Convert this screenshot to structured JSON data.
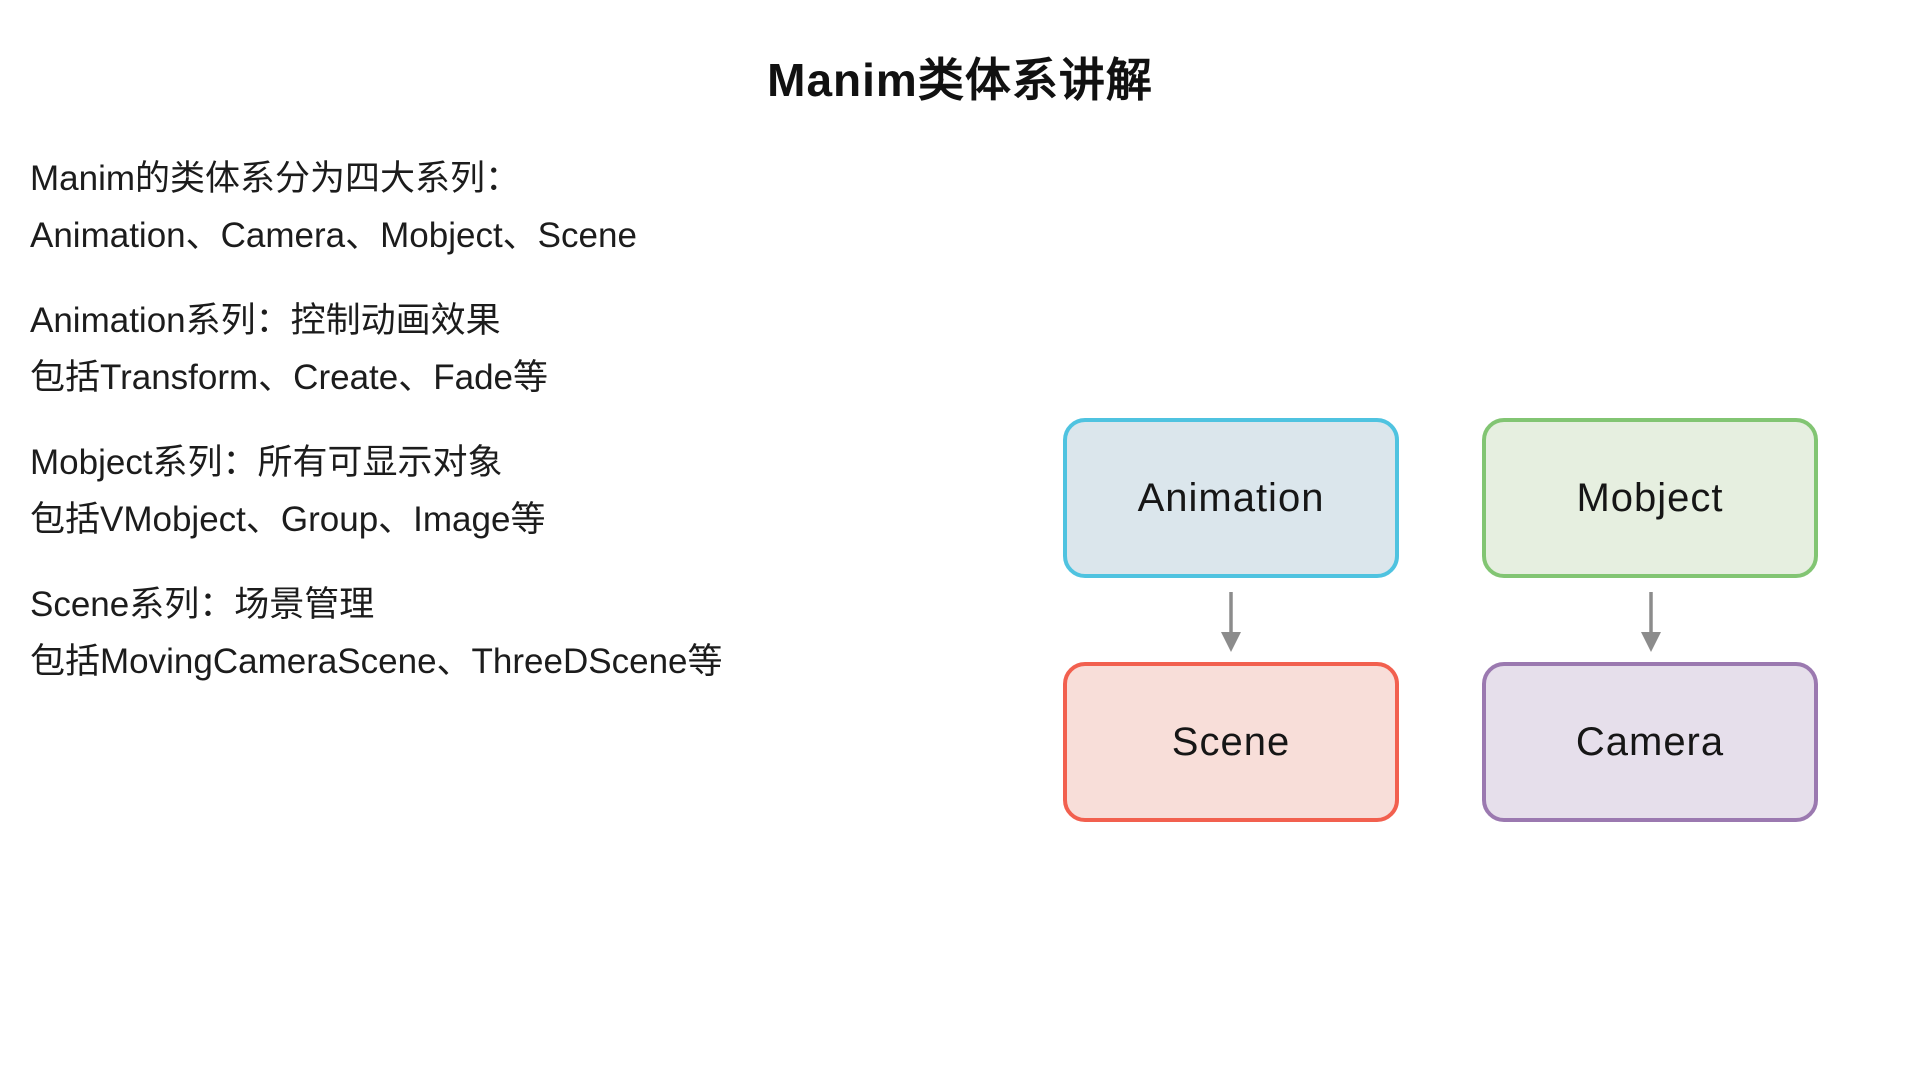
{
  "page": {
    "title": "Manim类体系讲解",
    "background_color": "#ffffff",
    "text_color": "#1c1c1c"
  },
  "notes": {
    "intro": {
      "line1": "Manim的类体系分为四大系列：",
      "line2": "Animation、Camera、Mobject、Scene"
    },
    "sections": [
      {
        "heading": "Animation系列：控制动画效果",
        "detail": "包括Transform、Create、Fade等"
      },
      {
        "heading": "Mobject系列：所有可显示对象",
        "detail": "包括VMobject、Group、Image等"
      },
      {
        "heading": "Scene系列：场景管理",
        "detail": "包括MovingCameraScene、ThreeDScene等"
      }
    ]
  },
  "diagram": {
    "nodes": [
      {
        "id": "animation",
        "label": "Animation",
        "fill": "#dbe6ec",
        "border": "#4fc3e0"
      },
      {
        "id": "mobject",
        "label": "Mobject",
        "fill": "#e6efe0",
        "border": "#82c573"
      },
      {
        "id": "scene",
        "label": "Scene",
        "fill": "#f8ded9",
        "border": "#f2604f"
      },
      {
        "id": "camera",
        "label": "Camera",
        "fill": "#e6dfeb",
        "border": "#9b79b0"
      }
    ],
    "connections": [
      {
        "from": "Animation",
        "to": "Scene"
      },
      {
        "from": "Mobject",
        "to": "Camera"
      }
    ],
    "arrow_color": "#8c8c8c"
  }
}
